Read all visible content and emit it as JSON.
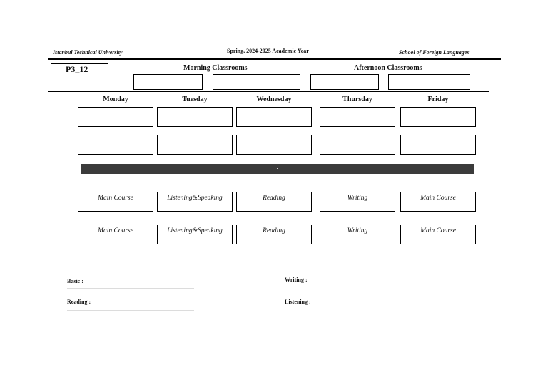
{
  "header": {
    "university": "Istanbul Technical University",
    "term": "Spring, 2024-2025 Academic Year",
    "school": "School of Foreign Languages"
  },
  "class_code": "P3_12",
  "sections": {
    "morning": "Morning Classrooms",
    "afternoon": "Afternoon Classrooms"
  },
  "days": [
    "Monday",
    "Tuesday",
    "Wednesday",
    "Thursday",
    "Friday"
  ],
  "afternoon_rows": [
    [
      "Main Course",
      "Listening&Speaking",
      "Reading",
      "Writing",
      "Main Course"
    ],
    [
      "Main Course",
      "Listening&Speaking",
      "Reading",
      "Writing",
      "Main Course"
    ]
  ],
  "footer": {
    "basic": "Basic :",
    "reading": "Reading :",
    "writing": "Writing :",
    "listening": "Listening :"
  }
}
